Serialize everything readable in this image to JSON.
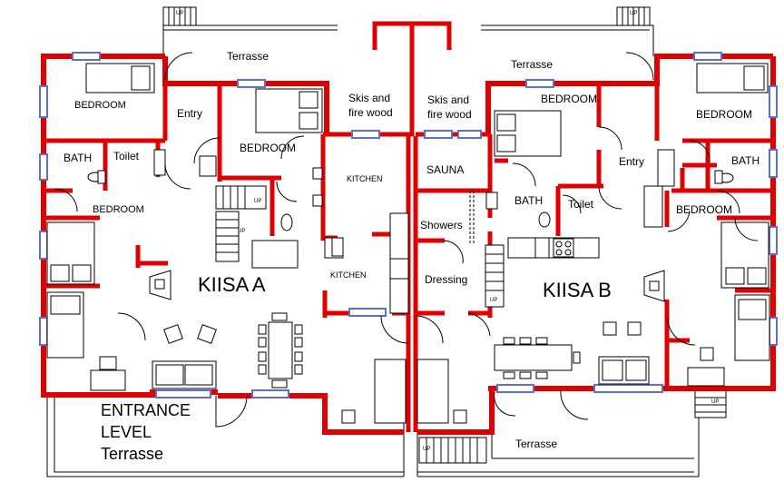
{
  "labels": {
    "kiisa_a": "KIISA A",
    "kiisa_b": "KIISA B",
    "entrance_line1": "ENTRANCE",
    "entrance_line2": "LEVEL",
    "entrance_line3": "Terrasse",
    "terrasse_top_left": "Terrasse",
    "terrasse_top_right": "Terrasse",
    "terrasse_bottom": "Terrasse",
    "skis_left_1": "Skis and",
    "skis_left_2": "fire wood",
    "skis_right_1": "Skis and",
    "skis_right_2": "fire wood",
    "bedroom_a_top": "BEDROOM",
    "entry_a": "Entry",
    "bedroom_a_mid": "BEDROOM",
    "bath_a": "BATH",
    "toilet_a": "Toilet",
    "bedroom_a_left": "BEDROOM",
    "kitchen_a_top": "KITCHEN",
    "kitchen_a_bottom": "KITCHEN",
    "sauna": "SAUNA",
    "showers": "Showers",
    "dressing": "Dressing",
    "bedroom_b_top": "BEDROOM",
    "bath_b_mid": "BATH",
    "toilet_b": "Toilet",
    "entry_b": "Entry",
    "bedroom_b_right_top": "BEDROOM",
    "bath_b_right": "BATH",
    "bedroom_b_right": "BEDROOM",
    "up": "UP"
  },
  "colors": {
    "wall_exterior": "#e10000",
    "wall_interior": "#e10000",
    "line": "#000000",
    "window": "#5b6fd6"
  }
}
